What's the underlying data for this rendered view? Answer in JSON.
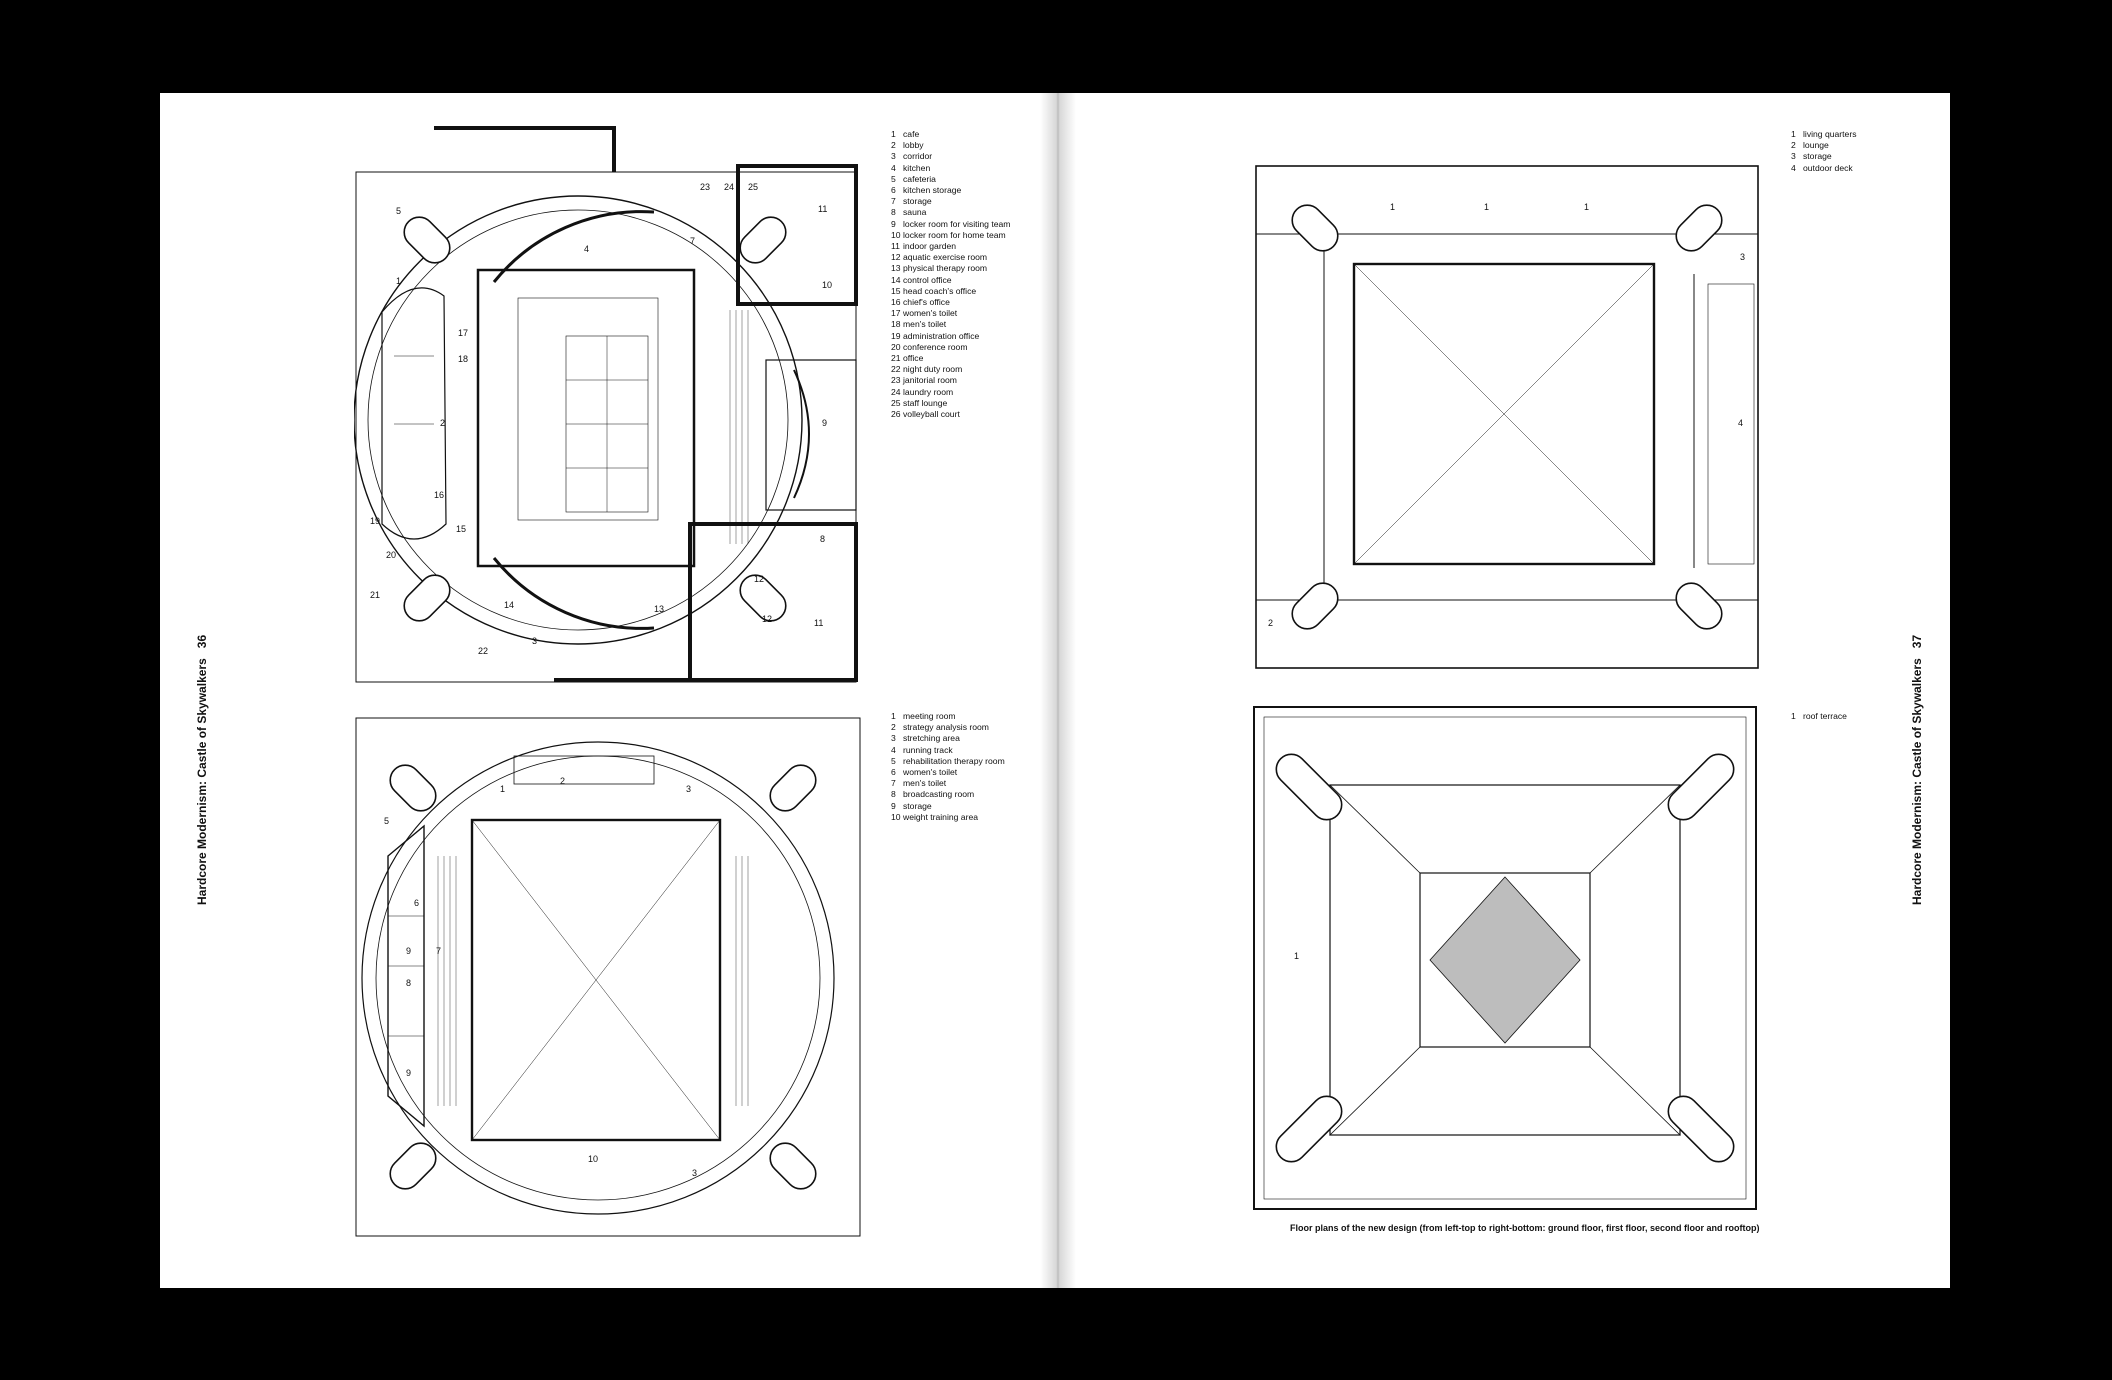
{
  "left_page": {
    "running_head": "Hardcore Modernism: Castle of Skywalkers",
    "page_number": "36",
    "legend_ground": [
      {
        "n": "1",
        "label": "cafe"
      },
      {
        "n": "2",
        "label": "lobby"
      },
      {
        "n": "3",
        "label": "corridor"
      },
      {
        "n": "4",
        "label": "kitchen"
      },
      {
        "n": "5",
        "label": "cafeteria"
      },
      {
        "n": "6",
        "label": "kitchen storage"
      },
      {
        "n": "7",
        "label": "storage"
      },
      {
        "n": "8",
        "label": "sauna"
      },
      {
        "n": "9",
        "label": "locker room for visiting team"
      },
      {
        "n": "10",
        "label": "locker room for home team"
      },
      {
        "n": "11",
        "label": "indoor garden"
      },
      {
        "n": "12",
        "label": "aquatic exercise room"
      },
      {
        "n": "13",
        "label": "physical therapy room"
      },
      {
        "n": "14",
        "label": "control office"
      },
      {
        "n": "15",
        "label": "head coach's office"
      },
      {
        "n": "16",
        "label": "chief's office"
      },
      {
        "n": "17",
        "label": "women's toilet"
      },
      {
        "n": "18",
        "label": "men's toilet"
      },
      {
        "n": "19",
        "label": "administration office"
      },
      {
        "n": "20",
        "label": "conference room"
      },
      {
        "n": "21",
        "label": "office"
      },
      {
        "n": "22",
        "label": "night duty room"
      },
      {
        "n": "23",
        "label": "janitorial room"
      },
      {
        "n": "24",
        "label": "laundry room"
      },
      {
        "n": "25",
        "label": "staff lounge"
      },
      {
        "n": "26",
        "label": "volleyball court"
      }
    ],
    "legend_first": [
      {
        "n": "1",
        "label": "meeting room"
      },
      {
        "n": "2",
        "label": "strategy analysis room"
      },
      {
        "n": "3",
        "label": "stretching area"
      },
      {
        "n": "4",
        "label": "running track"
      },
      {
        "n": "5",
        "label": "rehabilitation therapy room"
      },
      {
        "n": "6",
        "label": "women's toilet"
      },
      {
        "n": "7",
        "label": "men's toilet"
      },
      {
        "n": "8",
        "label": "broadcasting room"
      },
      {
        "n": "9",
        "label": "storage"
      },
      {
        "n": "10",
        "label": "weight training area"
      }
    ],
    "ground_room_tags": [
      "1",
      "2",
      "3",
      "4",
      "5",
      "7",
      "8",
      "9",
      "10",
      "11",
      "11",
      "12",
      "12",
      "13",
      "14",
      "15",
      "16",
      "17",
      "18",
      "19",
      "20",
      "21",
      "22",
      "23",
      "24",
      "25"
    ],
    "first_room_tags": [
      "1",
      "2",
      "3",
      "3",
      "5",
      "6",
      "7",
      "8",
      "9",
      "9",
      "10"
    ]
  },
  "right_page": {
    "running_head": "Hardcore Modernism: Castle of Skywalkers",
    "page_number": "37",
    "legend_second": [
      {
        "n": "1",
        "label": "living quarters"
      },
      {
        "n": "2",
        "label": "lounge"
      },
      {
        "n": "3",
        "label": "storage"
      },
      {
        "n": "4",
        "label": "outdoor deck"
      }
    ],
    "legend_roof": [
      {
        "n": "1",
        "label": "roof terrace"
      }
    ],
    "second_room_tags": [
      "1",
      "1",
      "1",
      "2",
      "3",
      "4"
    ],
    "roof_room_tags": [
      "1"
    ],
    "caption": "Floor plans of the new design (from left-top to right-bottom: ground floor, first floor, second floor and rooftop)"
  }
}
